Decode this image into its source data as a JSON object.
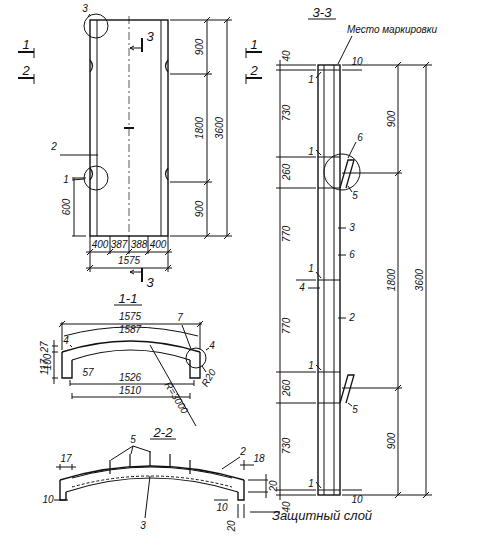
{
  "diagram": {
    "labels": [
      "3",
      "1",
      "1",
      "2",
      "2",
      "3",
      "900",
      "1800",
      "3600",
      "900",
      "2",
      "1",
      "600",
      "400",
      "387",
      "388",
      "400",
      "1575",
      "3",
      "1-1",
      "1575",
      "1587",
      "4",
      "7",
      "4",
      "100",
      "27",
      "117",
      "57",
      "1526",
      "R20",
      "1510",
      "R=3000",
      "2-2",
      "5",
      "2",
      "17",
      "18",
      "20",
      "3",
      "10",
      "10",
      "20",
      "Защитный слой",
      "3-3",
      "Место маркировки",
      "40",
      "10",
      "1",
      "730",
      "6",
      "1",
      "900",
      "260",
      "5",
      "3",
      "6",
      "770",
      "1",
      "4",
      "1800",
      "3600",
      "2",
      "770",
      "1",
      "260",
      "5",
      "730",
      "900",
      "40",
      "10",
      "1"
    ]
  }
}
